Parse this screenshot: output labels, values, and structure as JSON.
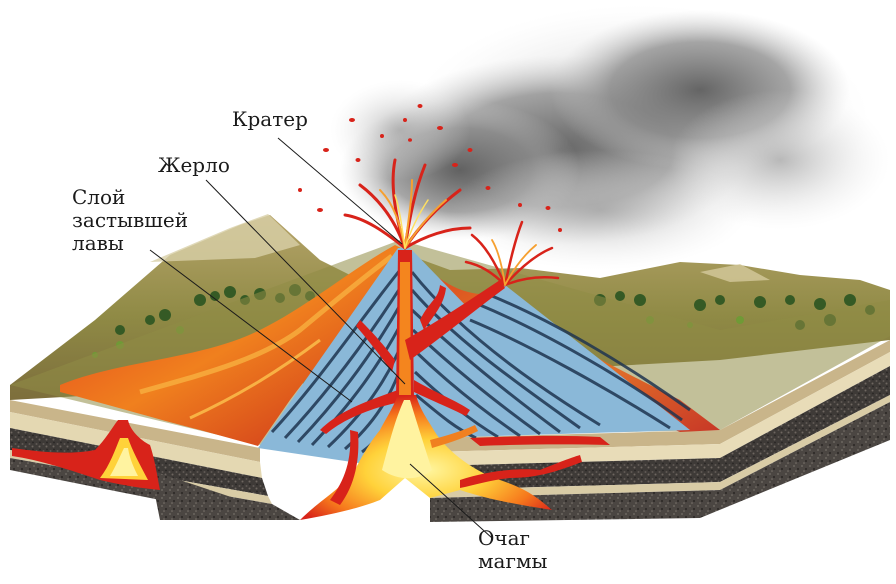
{
  "labels": {
    "crater": "Кратер",
    "vent": "Жерло",
    "lava_layer": [
      "Слой",
      "застывшей",
      "лавы"
    ],
    "magma_chamber": [
      "Очаг",
      "магмы"
    ]
  },
  "colors": {
    "lava_red": "#d8231a",
    "lava_orange": "#f07a1a",
    "magma_yellow": "#ffe040",
    "lava_layer_blue": "#8ab8d8",
    "smoke_gray": "#6f6f6f",
    "ground_green": "#8a9a3a",
    "rock_dark": "#4a4440"
  }
}
